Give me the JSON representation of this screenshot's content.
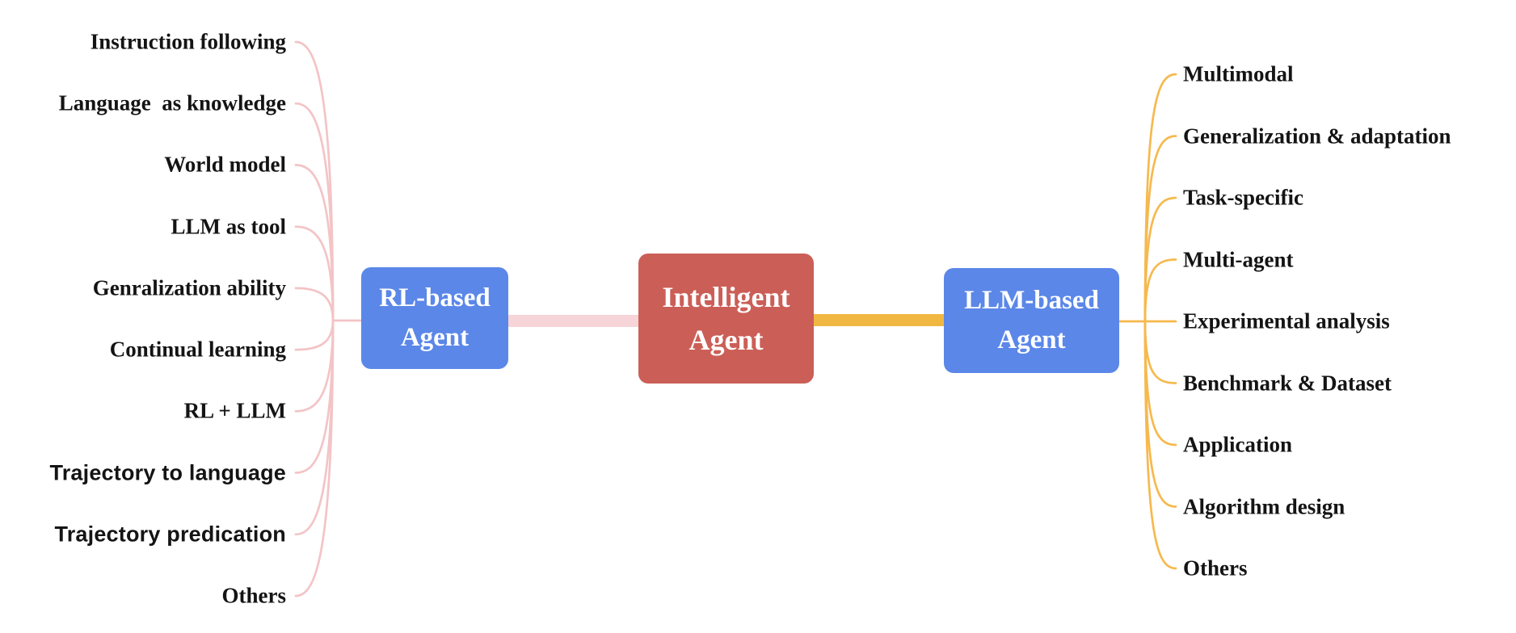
{
  "figure": {
    "title": "Intelligent Agent taxonomy mind map",
    "center": {
      "line1": "Intelligent",
      "line2": "Agent",
      "color": "#cb5f57",
      "text_color": "#ffffff"
    },
    "left_hub": {
      "line1": "RL-based",
      "line2": "Agent",
      "color": "#5b87e8",
      "text_color": "#ffffff"
    },
    "right_hub": {
      "line1": "LLM-based",
      "line2": "Agent",
      "color": "#5b87e8",
      "text_color": "#ffffff"
    },
    "left_branch": {
      "curve_color": "#f3c4c6",
      "bar_color": "#f6d4d7",
      "items": [
        {
          "label": "Instruction following",
          "style": "serif"
        },
        {
          "label": "Language  as knowledge",
          "style": "serif"
        },
        {
          "label": "World model",
          "style": "serif"
        },
        {
          "label": "LLM as tool",
          "style": "serif"
        },
        {
          "label": "Genralization ability",
          "style": "serif"
        },
        {
          "label": "Continual learning",
          "style": "serif"
        },
        {
          "label": "RL + LLM",
          "style": "serif"
        },
        {
          "label": "Trajectory to language",
          "style": "sans"
        },
        {
          "label": "Trajectory predication",
          "style": "sans"
        },
        {
          "label": "Others",
          "style": "serif"
        }
      ]
    },
    "right_branch": {
      "curve_color": "#f6b94e",
      "bar_color": "#f0b843",
      "items": [
        {
          "label": "Multimodal",
          "style": "serif"
        },
        {
          "label": "Generalization & adaptation",
          "style": "serif"
        },
        {
          "label": "Task-specific",
          "style": "serif"
        },
        {
          "label": "Multi-agent",
          "style": "serif"
        },
        {
          "label": "Experimental analysis",
          "style": "serif"
        },
        {
          "label": "Benchmark & Dataset",
          "style": "serif"
        },
        {
          "label": "Application",
          "style": "serif"
        },
        {
          "label": "Algorithm design",
          "style": "serif"
        },
        {
          "label": "Others",
          "style": "serif"
        }
      ]
    }
  }
}
